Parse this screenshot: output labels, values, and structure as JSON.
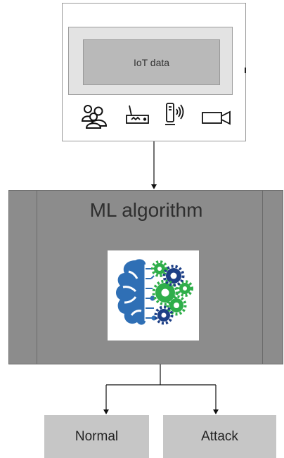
{
  "iot_panel": {
    "display_label": "IoT data",
    "devices": [
      {
        "name": "users-icon"
      },
      {
        "name": "router-icon"
      },
      {
        "name": "wireless-device-icon"
      },
      {
        "name": "camera-icon"
      }
    ]
  },
  "ml_block": {
    "title": "ML algorithm",
    "image": "ai-brain-gears-icon"
  },
  "outputs": [
    {
      "label": "Normal"
    },
    {
      "label": "Attack"
    }
  ],
  "colors": {
    "brain_blue": "#2f6fb5",
    "gear_green": "#2fae4a",
    "gear_navy": "#1d3f86",
    "block_gray": "#8c8c8c",
    "output_gray": "#c6c6c6"
  }
}
